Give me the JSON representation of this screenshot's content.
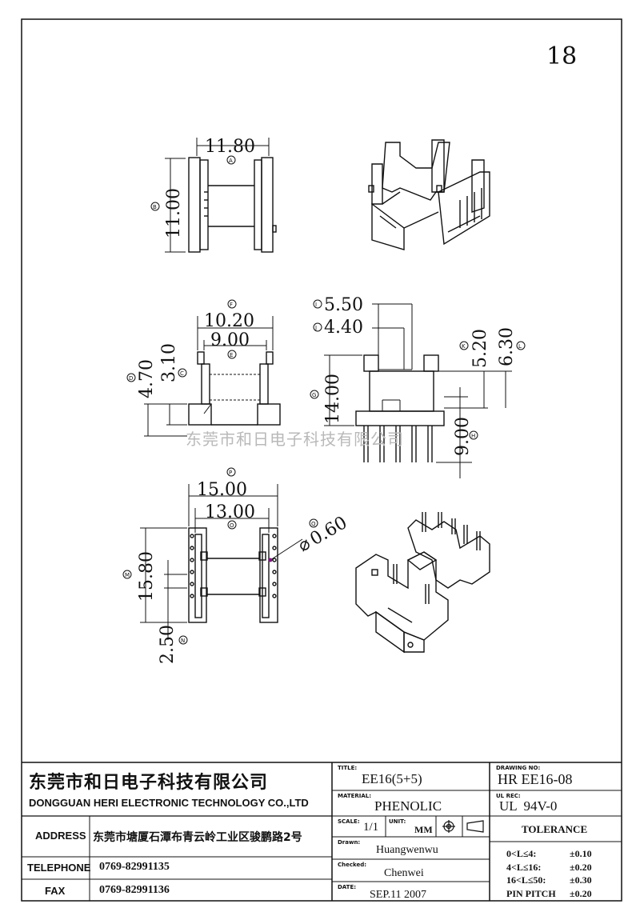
{
  "page_number": "18",
  "watermark": "东莞市和日电子科技有限公司",
  "dimensions": {
    "top_width": {
      "value": "11.80",
      "mark": "A"
    },
    "top_height": {
      "value": "11.00",
      "mark": "B"
    },
    "f_width": {
      "value": "10.20",
      "mark": "F"
    },
    "e_width": {
      "value": "9.00",
      "mark": "E"
    },
    "d_height": {
      "value": "4.70",
      "mark": "D"
    },
    "c_height": {
      "value": "3.10",
      "mark": "C"
    },
    "i_width": {
      "value": "5.50",
      "mark": "I"
    },
    "j_width": {
      "value": "4.40",
      "mark": "J"
    },
    "g_height": {
      "value": "14.00",
      "mark": "G"
    },
    "k_height": {
      "value": "5.20",
      "mark": "K"
    },
    "l_height": {
      "value": "6.30",
      "mark": "L"
    },
    "h_height": {
      "value": "9.00",
      "mark": "H"
    },
    "p_width": {
      "value": "15.00",
      "mark": "P"
    },
    "o_width": {
      "value": "13.00",
      "mark": "O"
    },
    "m_height": {
      "value": "15.80",
      "mark": "M"
    },
    "n_height": {
      "value": "2.50",
      "mark": "N"
    },
    "q_diameter": {
      "value": "0.60",
      "mark": "Q"
    }
  },
  "title_block": {
    "company_cn": "东莞市和日电子科技有限公司",
    "company_en": "DONGGUAN HERI ELECTRONIC TECHNOLOGY CO.,LTD",
    "address_label": "ADDRESS",
    "address_value": "东莞市塘厦石潭布青云岭工业区骏鹏路2号",
    "telephone_label": "TELEPHONE",
    "telephone_value": "0769-82991135",
    "fax_label": "FAX",
    "fax_value": "0769-82991136",
    "title_label": "TITLE:",
    "title_value": "EE16(5+5)",
    "material_label": "MATERIAL:",
    "material_value": "PHENOLIC",
    "scale_label": "SCALE:",
    "scale_value": "1/1",
    "unit_label": "UNIT:",
    "unit_value": "MM",
    "drawn_label": "Drawn:",
    "drawn_value": "Huangwenwu",
    "checked_label": "Checked:",
    "checked_value": "Chenwei",
    "date_label": "DATE:",
    "date_value": "SEP.11 2007",
    "drawing_no_label": "DRAWING NO:",
    "drawing_no_value": "HR EE16-08",
    "ul_rec_label": "UL REC:",
    "ul_rec_value": "UL  94V-0",
    "tolerance_label": "TOLERANCE",
    "tolerances": [
      {
        "range": "0<L≤4:",
        "value": "±0.10"
      },
      {
        "range": "4<L≤16:",
        "value": "±0.20"
      },
      {
        "range": "16<L≤50:",
        "value": "±0.30"
      },
      {
        "range": "PIN PITCH",
        "value": "±0.20"
      }
    ]
  }
}
